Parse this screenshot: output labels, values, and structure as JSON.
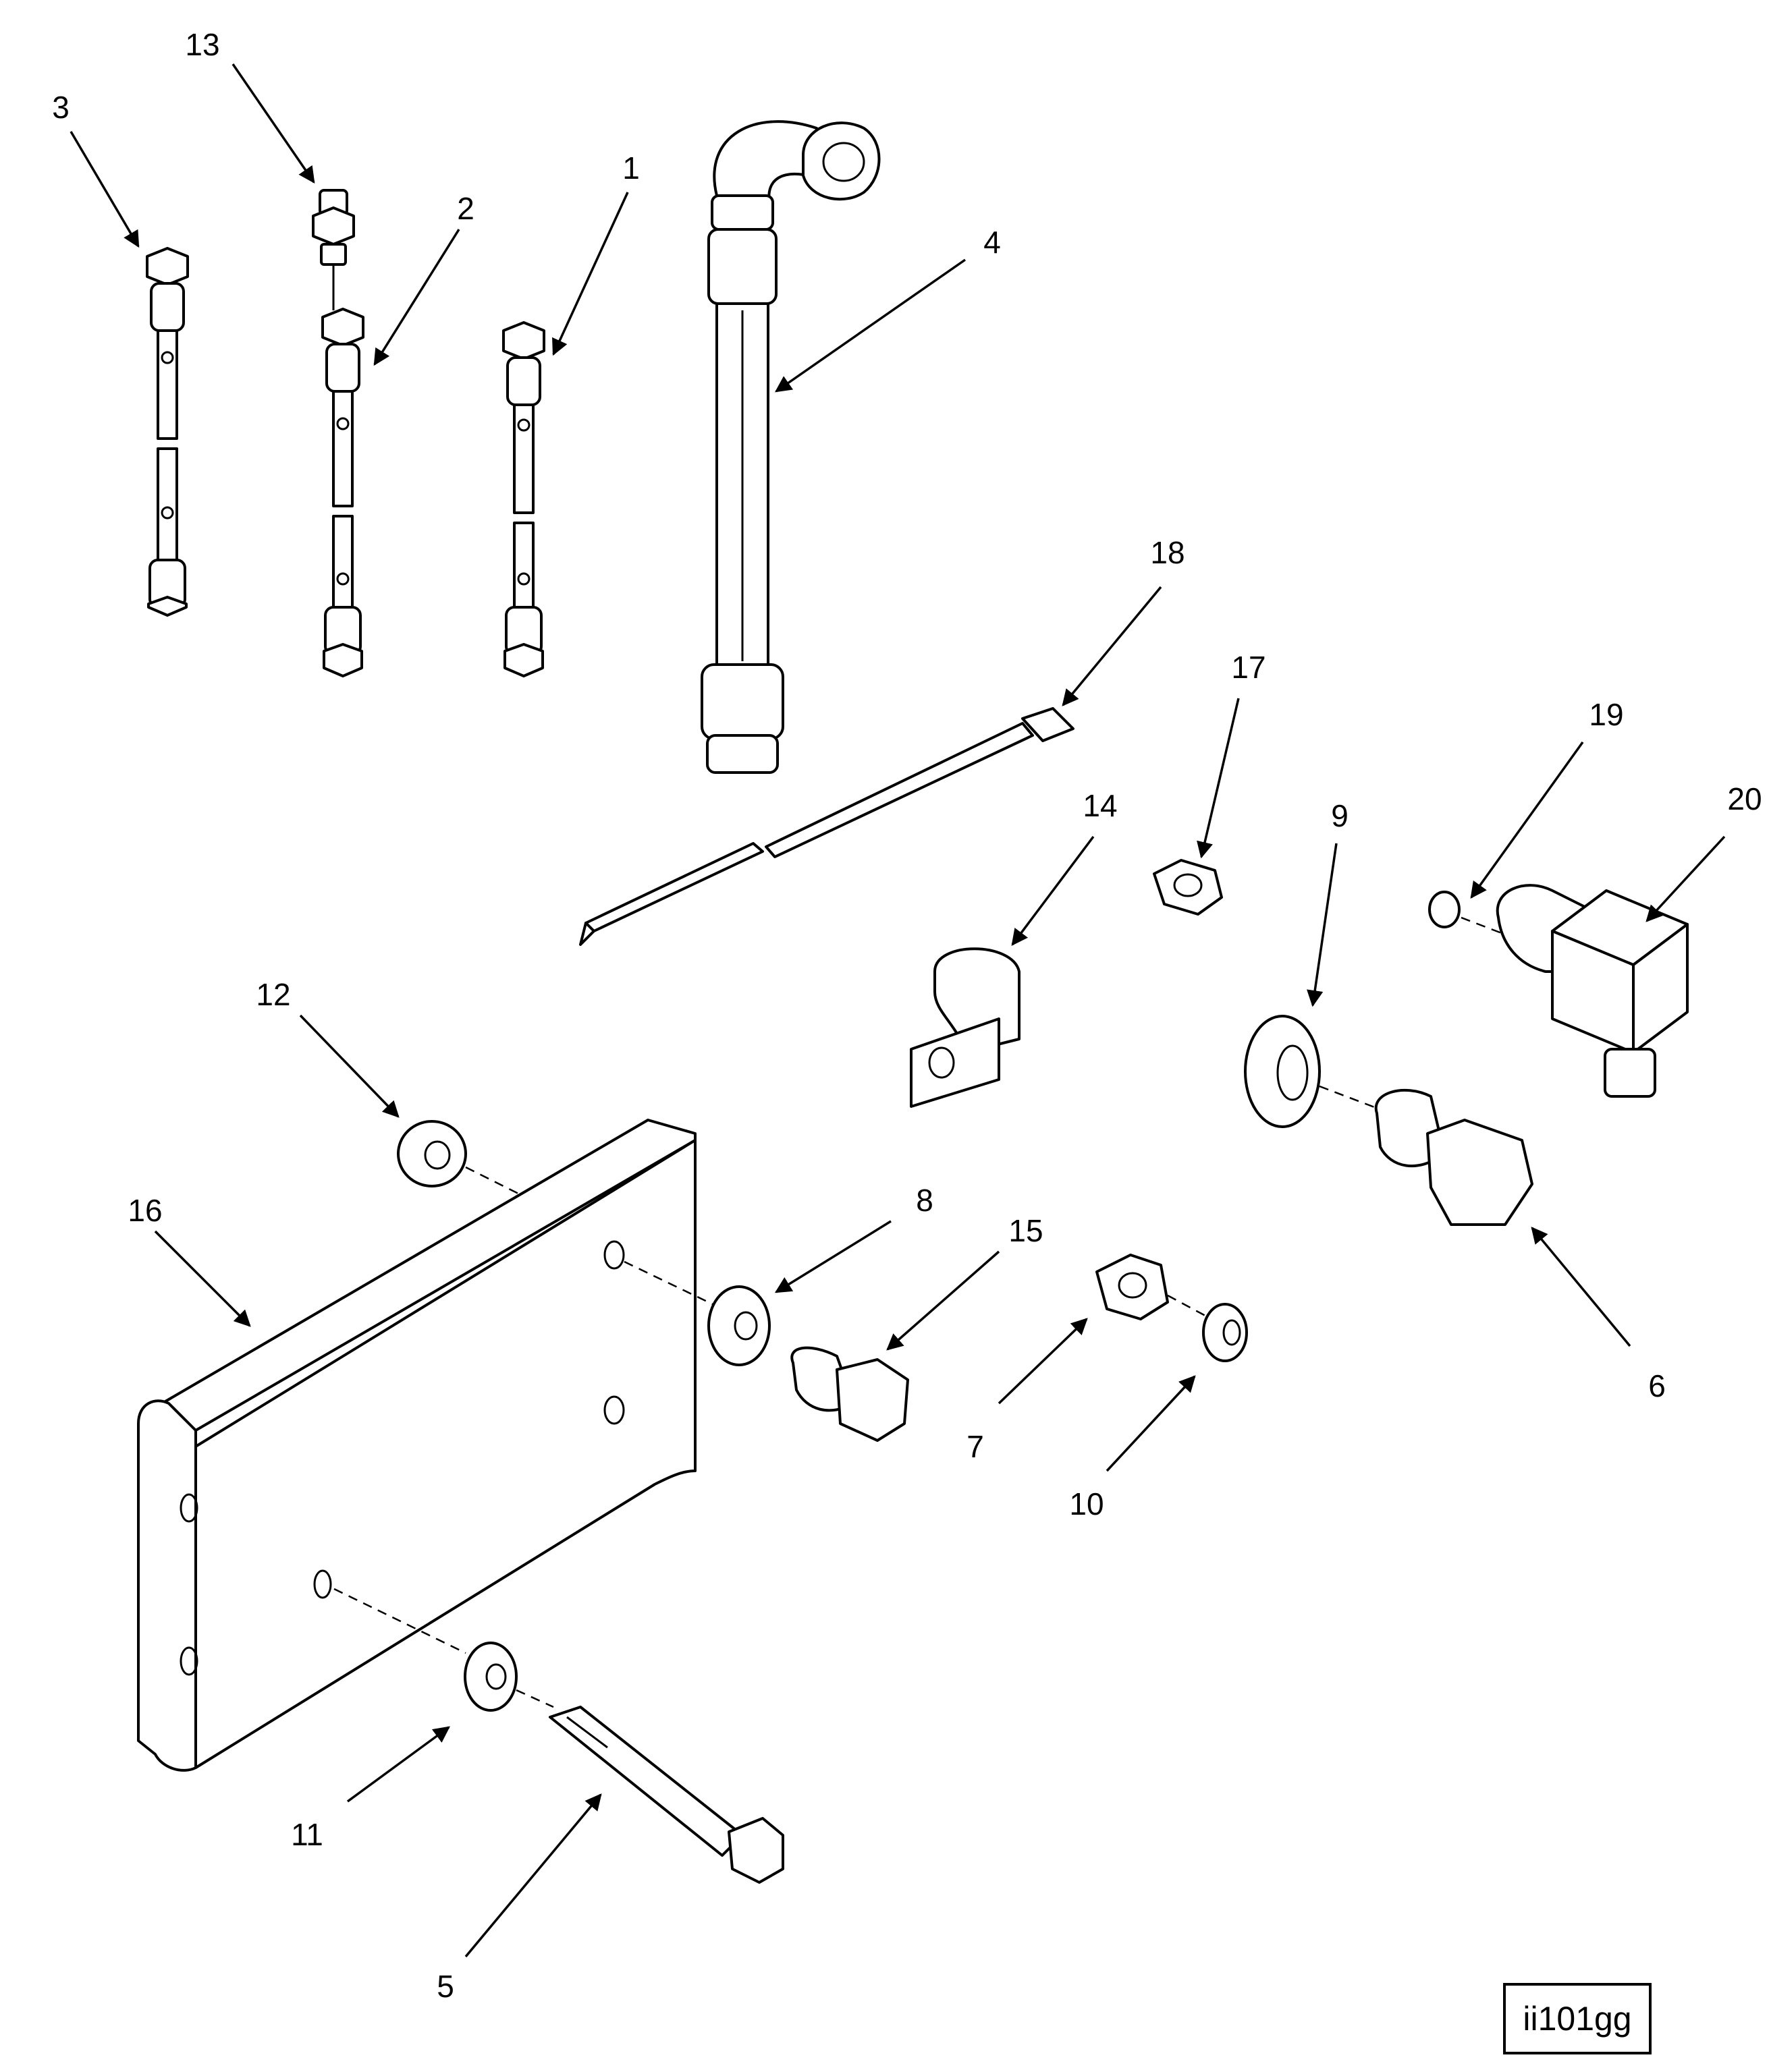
{
  "figure_id": "ii101gg",
  "callouts": {
    "c1": "1",
    "c2": "2",
    "c3": "3",
    "c4": "4",
    "c5": "5",
    "c6": "6",
    "c7": "7",
    "c8": "8",
    "c9": "9",
    "c10": "10",
    "c11": "11",
    "c12": "12",
    "c13": "13",
    "c14": "14",
    "c15": "15",
    "c16": "16",
    "c17": "17",
    "c18": "18",
    "c19": "19",
    "c20": "20"
  }
}
